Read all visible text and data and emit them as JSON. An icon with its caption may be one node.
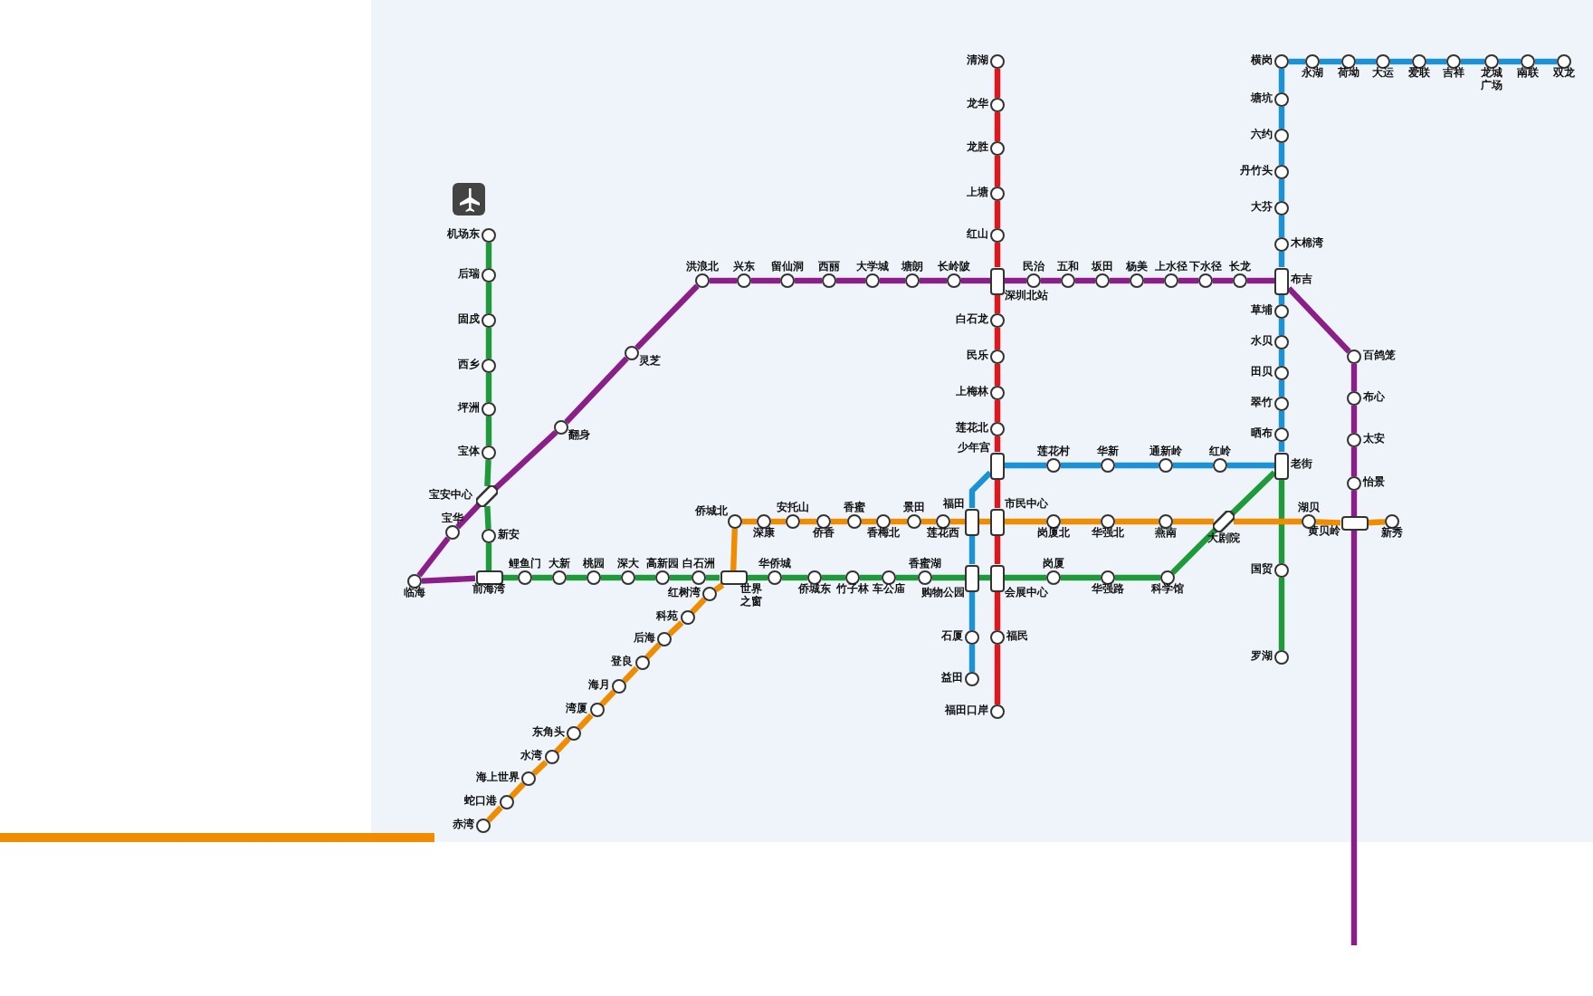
{
  "diagram": {
    "nodes": [
      {
        "text": [
          "机场东"
        ]
      },
      {
        "text": [
          "后瑞"
        ]
      },
      {
        "text": [
          "固戍"
        ]
      },
      {
        "text": [
          "西乡"
        ]
      },
      {
        "text": [
          "坪洲"
        ]
      },
      {
        "text": [
          "宝体"
        ]
      },
      {
        "text": [
          "宝安中心"
        ]
      },
      {
        "text": [
          "新安"
        ]
      },
      {
        "text": [
          "前海湾"
        ]
      },
      {
        "text": [
          "鲤鱼门"
        ]
      },
      {
        "text": [
          "大新"
        ]
      },
      {
        "text": [
          "桃园"
        ]
      },
      {
        "text": [
          "深大"
        ]
      },
      {
        "text": [
          "高新园"
        ]
      },
      {
        "text": [
          "白石洲"
        ]
      },
      {
        "text": [
          "世界之窗"
        ]
      },
      {
        "text": [
          "华侨城"
        ]
      },
      {
        "text": [
          "侨城东"
        ]
      },
      {
        "text": [
          "竹子林"
        ]
      },
      {
        "text": [
          "车公庙"
        ]
      },
      {
        "text": [
          "香蜜湖"
        ]
      },
      {
        "text": [
          "购物公园"
        ]
      },
      {
        "text": [
          "会展中心"
        ]
      },
      {
        "text": [
          "岗厦"
        ]
      },
      {
        "text": [
          "华强路"
        ]
      },
      {
        "text": [
          "科学馆"
        ]
      },
      {
        "text": [
          "大剧院"
        ]
      },
      {
        "text": [
          "老街"
        ]
      },
      {
        "text": [
          "国贸"
        ]
      },
      {
        "text": [
          "罗湖"
        ]
      },
      {
        "text": [
          "临海"
        ]
      },
      {
        "text": [
          "宝华"
        ]
      },
      {
        "text": [
          "翻身"
        ]
      },
      {
        "text": [
          "灵芝"
        ]
      },
      {
        "text": [
          "洪浪北"
        ]
      },
      {
        "text": [
          "兴东"
        ]
      },
      {
        "text": [
          "留仙洞"
        ]
      },
      {
        "text": [
          "西丽"
        ]
      },
      {
        "text": [
          "大学城"
        ]
      },
      {
        "text": [
          "塘朗"
        ]
      },
      {
        "text": [
          "长岭陂"
        ]
      },
      {
        "text": [
          "深圳北站"
        ]
      },
      {
        "text": [
          "民治"
        ]
      },
      {
        "text": [
          "五和"
        ]
      },
      {
        "text": [
          "坂田"
        ]
      },
      {
        "text": [
          "杨美"
        ]
      },
      {
        "text": [
          "上水径"
        ]
      },
      {
        "text": [
          "下水径"
        ]
      },
      {
        "text": [
          "长龙"
        ]
      },
      {
        "text": [
          "布吉"
        ]
      },
      {
        "text": [
          "百鸽笼"
        ]
      },
      {
        "text": [
          "布心"
        ]
      },
      {
        "text": [
          "太安"
        ]
      },
      {
        "text": [
          "怡景"
        ]
      },
      {
        "text": [
          "黄贝岭"
        ]
      },
      {
        "text": [
          "清湖"
        ]
      },
      {
        "text": [
          "龙华"
        ]
      },
      {
        "text": [
          "龙胜"
        ]
      },
      {
        "text": [
          "上塘"
        ]
      },
      {
        "text": [
          "红山"
        ]
      },
      {
        "text": [
          "白石龙"
        ]
      },
      {
        "text": [
          "民乐"
        ]
      },
      {
        "text": [
          "上梅林"
        ]
      },
      {
        "text": [
          "莲花北"
        ]
      },
      {
        "text": [
          "少年宫"
        ]
      },
      {
        "text": [
          "市民中心"
        ]
      },
      {
        "text": [
          "福民"
        ]
      },
      {
        "text": [
          "福田口岸"
        ]
      },
      {
        "text": [
          "益田"
        ]
      },
      {
        "text": [
          "石厦"
        ]
      },
      {
        "text": [
          "福田"
        ]
      },
      {
        "text": [
          "莲花村"
        ]
      },
      {
        "text": [
          "华新"
        ]
      },
      {
        "text": [
          "通新岭"
        ]
      },
      {
        "text": [
          "红岭"
        ]
      },
      {
        "text": [
          "晒布"
        ]
      },
      {
        "text": [
          "翠竹"
        ]
      },
      {
        "text": [
          "田贝"
        ]
      },
      {
        "text": [
          "水贝"
        ]
      },
      {
        "text": [
          "草埔"
        ]
      },
      {
        "text": [
          "木棉湾"
        ]
      },
      {
        "text": [
          "大芬"
        ]
      },
      {
        "text": [
          "丹竹头"
        ]
      },
      {
        "text": [
          "六约"
        ]
      },
      {
        "text": [
          "塘坑"
        ]
      },
      {
        "text": [
          "横岗"
        ]
      },
      {
        "text": [
          "永湖"
        ]
      },
      {
        "text": [
          "荷坳"
        ]
      },
      {
        "text": [
          "大运"
        ]
      },
      {
        "text": [
          "爱联"
        ]
      },
      {
        "text": [
          "吉祥"
        ]
      },
      {
        "text": [
          "龙城广场"
        ]
      },
      {
        "text": [
          "南联"
        ]
      },
      {
        "text": [
          "双龙"
        ]
      },
      {
        "text": [
          "赤湾"
        ]
      },
      {
        "text": [
          "蛇口港"
        ]
      },
      {
        "text": [
          "海上世界"
        ]
      },
      {
        "text": [
          "水湾"
        ]
      },
      {
        "text": [
          "东角头"
        ]
      },
      {
        "text": [
          "湾厦"
        ]
      },
      {
        "text": [
          "海月"
        ]
      },
      {
        "text": [
          "登良"
        ]
      },
      {
        "text": [
          "后海"
        ]
      },
      {
        "text": [
          "科苑"
        ]
      },
      {
        "text": [
          "红树湾"
        ]
      },
      {
        "text": [
          "侨城北"
        ]
      },
      {
        "text": [
          "深康"
        ]
      },
      {
        "text": [
          "安托山"
        ]
      },
      {
        "text": [
          "侨香"
        ]
      },
      {
        "text": [
          "香蜜"
        ]
      },
      {
        "text": [
          "香梅北"
        ]
      },
      {
        "text": [
          "景田"
        ]
      },
      {
        "text": [
          "莲花西"
        ]
      },
      {
        "text": [
          "岗厦北"
        ]
      },
      {
        "text": [
          "华强北"
        ]
      },
      {
        "text": [
          "燕南"
        ]
      },
      {
        "text": [
          "湖贝"
        ]
      },
      {
        "text": [
          "新秀"
        ]
      }
    ],
    "edges": [
      {
        "from": 0,
        "to": 1,
        "arrow": "none",
        "color": "#1f9a3b"
      },
      {
        "from": 1,
        "to": 2,
        "arrow": "none",
        "color": "#1f9a3b"
      },
      {
        "from": 2,
        "to": 3,
        "arrow": "none",
        "color": "#1f9a3b"
      },
      {
        "from": 3,
        "to": 4,
        "arrow": "none",
        "color": "#1f9a3b"
      },
      {
        "from": 4,
        "to": 5,
        "arrow": "none",
        "color": "#1f9a3b"
      },
      {
        "from": 5,
        "to": 6,
        "arrow": "none",
        "color": "#1f9a3b"
      },
      {
        "from": 6,
        "to": 7,
        "arrow": "none",
        "color": "#1f9a3b"
      },
      {
        "from": 7,
        "to": 8,
        "arrow": "none",
        "color": "#1f9a3b"
      },
      {
        "from": 8,
        "to": 9,
        "arrow": "none",
        "color": "#1f9a3b"
      },
      {
        "from": 9,
        "to": 10,
        "arrow": "none",
        "color": "#1f9a3b"
      },
      {
        "from": 10,
        "to": 11,
        "arrow": "none",
        "color": "#1f9a3b"
      },
      {
        "from": 11,
        "to": 12,
        "arrow": "none",
        "color": "#1f9a3b"
      },
      {
        "from": 12,
        "to": 13,
        "arrow": "none",
        "color": "#1f9a3b"
      },
      {
        "from": 13,
        "to": 14,
        "arrow": "none",
        "color": "#1f9a3b"
      },
      {
        "from": 14,
        "to": 15,
        "arrow": "none",
        "color": "#1f9a3b"
      },
      {
        "from": 15,
        "to": 16,
        "arrow": "none",
        "color": "#1f9a3b"
      },
      {
        "from": 16,
        "to": 17,
        "arrow": "none",
        "color": "#1f9a3b"
      },
      {
        "from": 17,
        "to": 18,
        "arrow": "none",
        "color": "#1f9a3b"
      },
      {
        "from": 18,
        "to": 19,
        "arrow": "none",
        "color": "#1f9a3b"
      },
      {
        "from": 19,
        "to": 20,
        "arrow": "none",
        "color": "#1f9a3b"
      },
      {
        "from": 20,
        "to": 21,
        "arrow": "none",
        "color": "#1f9a3b"
      },
      {
        "from": 21,
        "to": 22,
        "arrow": "none",
        "color": "#1f9a3b"
      },
      {
        "from": 22,
        "to": 23,
        "arrow": "none",
        "color": "#1f9a3b"
      },
      {
        "from": 23,
        "to": 24,
        "arrow": "none",
        "color": "#1f9a3b"
      },
      {
        "from": 24,
        "to": 25,
        "arrow": "none",
        "color": "#1f9a3b"
      },
      {
        "from": 25,
        "to": 26,
        "arrow": "none",
        "color": "#1f9a3b"
      },
      {
        "from": 26,
        "to": 27,
        "arrow": "none",
        "color": "#1f9a3b"
      },
      {
        "from": 27,
        "to": 28,
        "arrow": "none",
        "color": "#1f9a3b"
      },
      {
        "from": 28,
        "to": 29,
        "arrow": "none",
        "color": "#1f9a3b"
      },
      {
        "from": 8,
        "to": 30,
        "arrow": "none",
        "color": "#8a1f8a"
      },
      {
        "from": 30,
        "to": 31,
        "arrow": "none",
        "color": "#8a1f8a"
      },
      {
        "from": 31,
        "to": 6,
        "arrow": "none",
        "color": "#8a1f8a"
      },
      {
        "from": 6,
        "to": 32,
        "arrow": "none",
        "color": "#8a1f8a"
      },
      {
        "from": 32,
        "to": 33,
        "arrow": "none",
        "color": "#8a1f8a"
      },
      {
        "from": 33,
        "to": 34,
        "arrow": "none",
        "color": "#8a1f8a"
      },
      {
        "from": 34,
        "to": 35,
        "arrow": "none",
        "color": "#8a1f8a"
      },
      {
        "from": 35,
        "to": 36,
        "arrow": "none",
        "color": "#8a1f8a"
      },
      {
        "from": 36,
        "to": 37,
        "arrow": "none",
        "color": "#8a1f8a"
      },
      {
        "from": 37,
        "to": 38,
        "arrow": "none",
        "color": "#8a1f8a"
      },
      {
        "from": 38,
        "to": 39,
        "arrow": "none",
        "color": "#8a1f8a"
      },
      {
        "from": 39,
        "to": 40,
        "arrow": "none",
        "color": "#8a1f8a"
      },
      {
        "from": 40,
        "to": 41,
        "arrow": "none",
        "color": "#8a1f8a"
      },
      {
        "from": 41,
        "to": 42,
        "arrow": "none",
        "color": "#8a1f8a"
      },
      {
        "from": 42,
        "to": 43,
        "arrow": "none",
        "color": "#8a1f8a"
      },
      {
        "from": 43,
        "to": 44,
        "arrow": "none",
        "color": "#8a1f8a"
      },
      {
        "from": 44,
        "to": 45,
        "arrow": "none",
        "color": "#8a1f8a"
      },
      {
        "from": 45,
        "to": 46,
        "arrow": "none",
        "color": "#8a1f8a"
      },
      {
        "from": 46,
        "to": 47,
        "arrow": "none",
        "color": "#8a1f8a"
      },
      {
        "from": 47,
        "to": 48,
        "arrow": "none",
        "color": "#8a1f8a"
      },
      {
        "from": 48,
        "to": 49,
        "arrow": "none",
        "color": "#8a1f8a"
      },
      {
        "from": 49,
        "to": 50,
        "arrow": "none",
        "color": "#8a1f8a"
      },
      {
        "from": 50,
        "to": 51,
        "arrow": "none",
        "color": "#8a1f8a"
      },
      {
        "from": 51,
        "to": 52,
        "arrow": "none",
        "color": "#8a1f8a"
      },
      {
        "from": 52,
        "to": 53,
        "arrow": "none",
        "color": "#8a1f8a"
      },
      {
        "from": 53,
        "to": 54,
        "arrow": "none",
        "color": "#8a1f8a"
      },
      {
        "from": 54,
        "to": null,
        "arrow": "none",
        "color": "#8a1f8a"
      },
      {
        "from": 55,
        "to": 56,
        "arrow": "none",
        "color": "#e0161b"
      },
      {
        "from": 56,
        "to": 57,
        "arrow": "none",
        "color": "#e0161b"
      },
      {
        "from": 57,
        "to": 58,
        "arrow": "none",
        "color": "#e0161b"
      },
      {
        "from": 58,
        "to": 59,
        "arrow": "none",
        "color": "#e0161b"
      },
      {
        "from": 59,
        "to": 41,
        "arrow": "none",
        "color": "#e0161b"
      },
      {
        "from": 41,
        "to": 60,
        "arrow": "none",
        "color": "#e0161b"
      },
      {
        "from": 60,
        "to": 61,
        "arrow": "none",
        "color": "#e0161b"
      },
      {
        "from": 61,
        "to": 62,
        "arrow": "none",
        "color": "#e0161b"
      },
      {
        "from": 62,
        "to": 63,
        "arrow": "none",
        "color": "#e0161b"
      },
      {
        "from": 63,
        "to": 64,
        "arrow": "none",
        "color": "#e0161b"
      },
      {
        "from": 64,
        "to": 65,
        "arrow": "none",
        "color": "#e0161b"
      },
      {
        "from": 65,
        "to": 22,
        "arrow": "none",
        "color": "#e0161b"
      },
      {
        "from": 22,
        "to": 66,
        "arrow": "none",
        "color": "#e0161b"
      },
      {
        "from": 66,
        "to": 67,
        "arrow": "none",
        "color": "#e0161b"
      },
      {
        "from": 68,
        "to": 69,
        "arrow": "none",
        "color": "#1b91d8"
      },
      {
        "from": 69,
        "to": 21,
        "arrow": "none",
        "color": "#1b91d8"
      },
      {
        "from": 21,
        "to": 70,
        "arrow": "none",
        "color": "#1b91d8"
      },
      {
        "from": 70,
        "to": 64,
        "arrow": "none",
        "color": "#1b91d8"
      },
      {
        "from": 64,
        "to": 71,
        "arrow": "none",
        "color": "#1b91d8"
      },
      {
        "from": 71,
        "to": 72,
        "arrow": "none",
        "color": "#1b91d8"
      },
      {
        "from": 72,
        "to": 73,
        "arrow": "none",
        "color": "#1b91d8"
      },
      {
        "from": 73,
        "to": 74,
        "arrow": "none",
        "color": "#1b91d8"
      },
      {
        "from": 74,
        "to": 27,
        "arrow": "none",
        "color": "#1b91d8"
      },
      {
        "from": 27,
        "to": 75,
        "arrow": "none",
        "color": "#1b91d8"
      },
      {
        "from": 75,
        "to": 76,
        "arrow": "none",
        "color": "#1b91d8"
      },
      {
        "from": 76,
        "to": 77,
        "arrow": "none",
        "color": "#1b91d8"
      },
      {
        "from": 77,
        "to": 78,
        "arrow": "none",
        "color": "#1b91d8"
      },
      {
        "from": 78,
        "to": 79,
        "arrow": "none",
        "color": "#1b91d8"
      },
      {
        "from": 79,
        "to": 49,
        "arrow": "none",
        "color": "#1b91d8"
      },
      {
        "from": 49,
        "to": 80,
        "arrow": "none",
        "color": "#1b91d8"
      },
      {
        "from": 80,
        "to": 81,
        "arrow": "none",
        "color": "#1b91d8"
      },
      {
        "from": 81,
        "to": 82,
        "arrow": "none",
        "color": "#1b91d8"
      },
      {
        "from": 82,
        "to": 83,
        "arrow": "none",
        "color": "#1b91d8"
      },
      {
        "from": 83,
        "to": 84,
        "arrow": "none",
        "color": "#1b91d8"
      },
      {
        "from": 84,
        "to": 85,
        "arrow": "none",
        "color": "#1b91d8"
      },
      {
        "from": 85,
        "to": 86,
        "arrow": "none",
        "color": "#1b91d8"
      },
      {
        "from": 86,
        "to": 87,
        "arrow": "none",
        "color": "#1b91d8"
      },
      {
        "from": 87,
        "to": 88,
        "arrow": "none",
        "color": "#1b91d8"
      },
      {
        "from": 88,
        "to": 89,
        "arrow": "none",
        "color": "#1b91d8"
      },
      {
        "from": 89,
        "to": 90,
        "arrow": "none",
        "color": "#1b91d8"
      },
      {
        "from": 90,
        "to": 91,
        "arrow": "none",
        "color": "#1b91d8"
      },
      {
        "from": 91,
        "to": 92,
        "arrow": "none",
        "color": "#1b91d8"
      },
      {
        "from": 92,
        "to": 93,
        "arrow": "none",
        "color": "#1b91d8"
      },
      {
        "from": 94,
        "to": 95,
        "arrow": "none",
        "color": "#f08c00"
      },
      {
        "from": 95,
        "to": 96,
        "arrow": "none",
        "color": "#f08c00"
      },
      {
        "from": 96,
        "to": 97,
        "arrow": "none",
        "color": "#f08c00"
      },
      {
        "from": 97,
        "to": 98,
        "arrow": "none",
        "color": "#f08c00"
      },
      {
        "from": 98,
        "to": 99,
        "arrow": "none",
        "color": "#f08c00"
      },
      {
        "from": 99,
        "to": 100,
        "arrow": "none",
        "color": "#f08c00"
      },
      {
        "from": 100,
        "to": 101,
        "arrow": "none",
        "color": "#f08c00"
      },
      {
        "from": 101,
        "to": 102,
        "arrow": "none",
        "color": "#f08c00"
      },
      {
        "from": 102,
        "to": 103,
        "arrow": "none",
        "color": "#f08c00"
      },
      {
        "from": 103,
        "to": 104,
        "arrow": "none",
        "color": "#f08c00"
      },
      {
        "from": 104,
        "to": 15,
        "arrow": "none",
        "color": "#f08c00"
      },
      {
        "from": 15,
        "to": 105,
        "arrow": "none",
        "color": "#f08c00"
      },
      {
        "from": 105,
        "to": 106,
        "arrow": "none",
        "color": "#f08c00"
      },
      {
        "from": 106,
        "to": 107,
        "arrow": "none",
        "color": "#f08c00"
      },
      {
        "from": 107,
        "to": 108,
        "arrow": "none",
        "color": "#f08c00"
      },
      {
        "from": 108,
        "to": 109,
        "arrow": "none",
        "color": "#f08c00"
      },
      {
        "from": 109,
        "to": 110,
        "arrow": "none",
        "color": "#f08c00"
      },
      {
        "from": 110,
        "to": 111,
        "arrow": "none",
        "color": "#f08c00"
      },
      {
        "from": 111,
        "to": 112,
        "arrow": "none",
        "color": "#f08c00"
      },
      {
        "from": 112,
        "to": 70,
        "arrow": "none",
        "color": "#f08c00"
      },
      {
        "from": 70,
        "to": 65,
        "arrow": "none",
        "color": "#f08c00"
      },
      {
        "from": 65,
        "to": 113,
        "arrow": "none",
        "color": "#f08c00"
      },
      {
        "from": 113,
        "to": 114,
        "arrow": "none",
        "color": "#f08c00"
      },
      {
        "from": 114,
        "to": 115,
        "arrow": "none",
        "color": "#f08c00"
      },
      {
        "from": 115,
        "to": 26,
        "arrow": "none",
        "color": "#f08c00"
      },
      {
        "from": 26,
        "to": 116,
        "arrow": "none",
        "color": "#f08c00"
      },
      {
        "from": 116,
        "to": 54,
        "arrow": "none",
        "color": "#f08c00"
      },
      {
        "from": 54,
        "to": 117,
        "arrow": "none",
        "color": "#f08c00"
      }
    ]
  }
}
